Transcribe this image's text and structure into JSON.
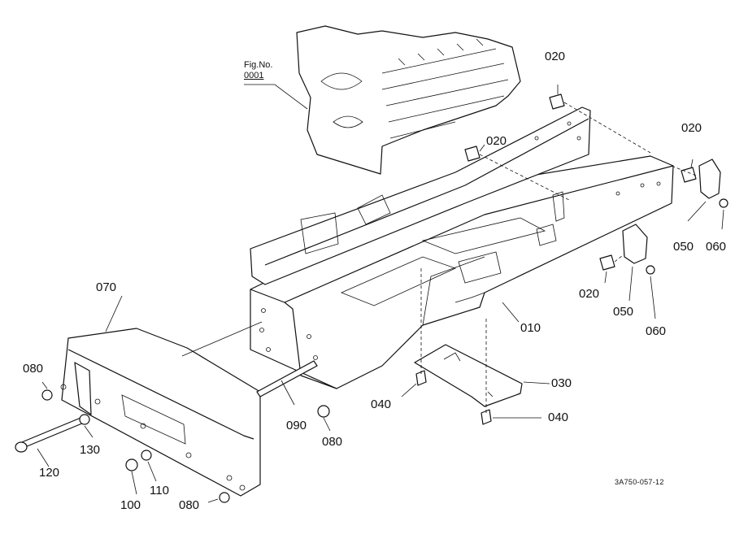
{
  "figure_ref": {
    "label": "Fig.No.",
    "number": "0001"
  },
  "drawing_code": "3A750-057-12",
  "parts": {
    "p010": "010",
    "p020a": "020",
    "p020b": "020",
    "p020c": "020",
    "p020d": "020",
    "p030": "030",
    "p040a": "040",
    "p040b": "040",
    "p050a": "050",
    "p050b": "050",
    "p060a": "060",
    "p060b": "060",
    "p070": "070",
    "p080a": "080",
    "p080b": "080",
    "p080c": "080",
    "p090": "090",
    "p100": "100",
    "p110": "110",
    "p120": "120",
    "p130": "130"
  }
}
